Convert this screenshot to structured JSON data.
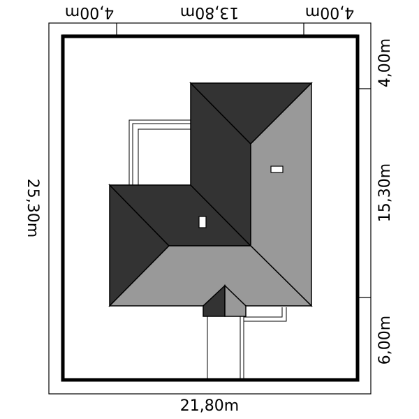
{
  "dimensions": {
    "top_left": "4,00m",
    "top_center": "13,80m",
    "top_right": "4,00m",
    "bottom": "21,80m",
    "left": "25,30m",
    "right_top": "4,00m",
    "right_middle": "15,30m",
    "right_bottom": "6,00m"
  },
  "colors": {
    "roof_dark": "#333333",
    "roof_light": "#999999",
    "lines": "#000000",
    "background": "#ffffff",
    "chimney_fill": "#ffffff"
  }
}
